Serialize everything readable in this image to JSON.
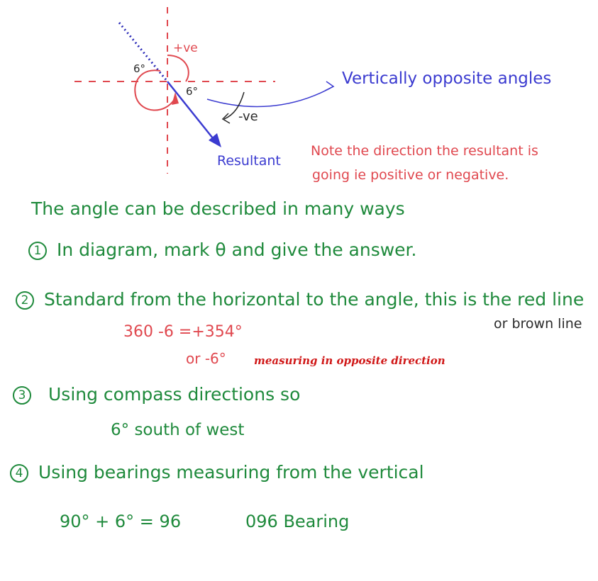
{
  "diagram": {
    "pos_label": "+ve",
    "neg_label": "-ve",
    "angle_left": "6°",
    "angle_right": "6°",
    "resultant_label": "Resultant",
    "vertical_note": "Vertically opposite angles"
  },
  "note": {
    "line1": "Note the direction the resultant is",
    "line2": "going ie positive or negative."
  },
  "intro": "The angle can be described in many ways",
  "items": [
    {
      "num": "1",
      "text": "In diagram, mark θ and give the answer."
    },
    {
      "num": "2",
      "text": "Standard from the horizontal to the angle, this is the red line"
    },
    {
      "num": "3",
      "text": "Using compass directions so"
    },
    {
      "num": "4",
      "text": "Using bearings measuring from the vertical"
    }
  ],
  "item2": {
    "brown_note": "or brown line",
    "calc1": "360 -6 =+354°",
    "calc2": "or -6°",
    "opposite_note": "measuring in opposite direction"
  },
  "item3": {
    "answer": "6° south of west"
  },
  "item4": {
    "calc": "90° + 6° = 96",
    "bearing": "096 Bearing"
  },
  "colors": {
    "green": "#1f8a3c",
    "red": "#e0484f",
    "blue": "#3b3bd0"
  }
}
